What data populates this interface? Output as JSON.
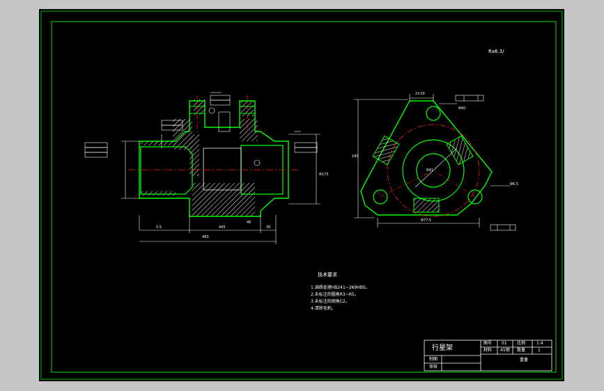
{
  "drawing": {
    "surface_finish_note": "Ra6.3/",
    "notes_title": "技术要求",
    "notes": [
      "1.调质处理HB241~269HBS。",
      "2.未标注的圆角R3~R5。",
      "3.未标注的倒角C2。",
      "4.清除毛刺。"
    ]
  },
  "section_view": {
    "dims": {
      "overall": "483",
      "middle": "445",
      "left_step": "5.5",
      "right_step": "30",
      "small_step": "46",
      "right_height": "Φ173"
    }
  },
  "plan_view": {
    "dims": {
      "top_width": "2×10",
      "bottom_width": "Φ77.5",
      "left_height": "180",
      "center_hole": "R41",
      "right_label": "Φ6.5",
      "bore_label": "Φ40"
    }
  },
  "title_block": {
    "part_name": "行星架",
    "drawing_no_label": "图号",
    "drawing_no": "01",
    "scale_label": "比例",
    "scale": "1:4",
    "material_label": "材料",
    "material": "45钢",
    "quantity_label": "数量",
    "quantity": "1",
    "drawn_label": "制图",
    "checked_label": "审核",
    "weight_label": "重量"
  },
  "colors": {
    "frame": "#00c000",
    "outline": "#00ff00",
    "dimension": "#ffffff",
    "center_line": "#ff2020",
    "hatch": "#ffffff",
    "background": "#000000"
  }
}
